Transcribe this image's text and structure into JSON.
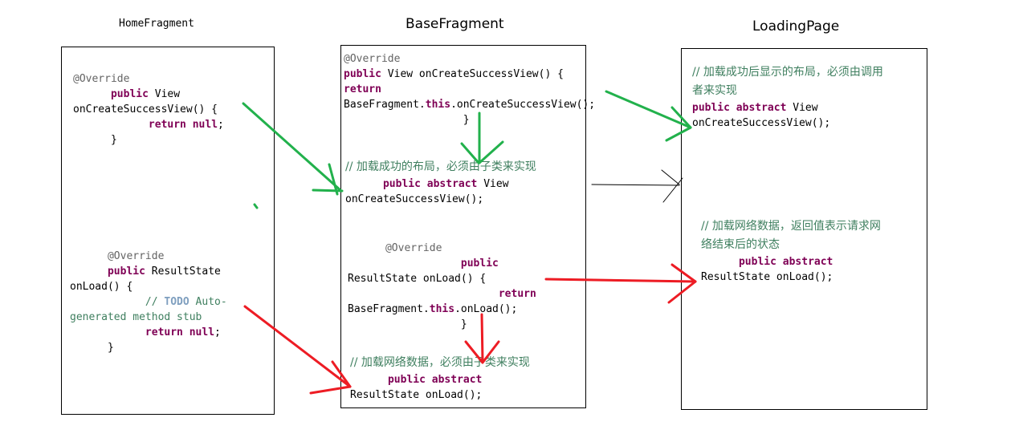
{
  "titles": {
    "home": "HomeFragment",
    "base": "BaseFragment",
    "loading": "LoadingPage"
  },
  "home": {
    "view_block": {
      "annotation": "@Override",
      "kw_public": "public",
      "type": " View",
      "signature": "onCreateSuccessView() {",
      "kw_return": "return",
      "kw_null": "null",
      "semicolon": ";",
      "close": "}"
    },
    "load_block": {
      "annotation": "@Override",
      "kw_public": "public",
      "type": " ResultState",
      "signature": "onLoad() {",
      "comment_prefix": "// ",
      "todo": "TODO",
      "comment_rest1": " Auto-",
      "comment_rest2": "generated method stub",
      "kw_return": "return",
      "kw_null": "null",
      "semicolon": ";",
      "close": "}"
    }
  },
  "base": {
    "view_override": {
      "annotation": "@Override",
      "kw_public": "public",
      "signature": " View onCreateSuccessView() {",
      "kw_return": "return",
      "call_prefix": "BaseFragment.",
      "kw_this": "this",
      "call_suffix": ".onCreateSuccessView();",
      "close": "}"
    },
    "view_abstract": {
      "comment": "// 加载成功的布局，必须由子类来实现",
      "kw_public": "public",
      "kw_abstract": "abstract",
      "type": " View",
      "signature": "onCreateSuccessView();"
    },
    "load_override": {
      "annotation": "@Override",
      "kw_public": "public",
      "signature": "ResultState onLoad() {",
      "kw_return": "return",
      "call_prefix": "BaseFragment.",
      "kw_this": "this",
      "call_suffix": ".onLoad();",
      "close": "}"
    },
    "load_abstract": {
      "comment": "// 加载网络数据，必须由子类来实现",
      "kw_public": "public",
      "kw_abstract": "abstract",
      "signature": "ResultState onLoad();"
    }
  },
  "loading": {
    "view_abstract": {
      "comment_line1": "// 加载成功后显示的布局，必须由调用",
      "comment_line2": "者来实现",
      "kw_public": "public",
      "kw_abstract": "abstract",
      "type": " View",
      "signature": "onCreateSuccessView();"
    },
    "load_abstract": {
      "comment_line1": "// 加载网络数据，返回值表示请求网",
      "comment_line2": "络结束后的状态",
      "kw_public": "public",
      "kw_abstract": "abstract",
      "signature": "ResultState onLoad();"
    }
  },
  "colors": {
    "green_arrow": "#22b14c",
    "red_arrow": "#ed1c24",
    "black_arrow": "#000000",
    "keyword": "#7f0055",
    "annotation": "#646464",
    "comment": "#3f7f5f",
    "todo": "#7f9fbf"
  },
  "arrows": [
    {
      "name": "home-view-to-base-abstract-arrow",
      "color": "green",
      "from": "home.onCreateSuccessView",
      "to": "base.abstract onCreateSuccessView"
    },
    {
      "name": "base-override-to-abstract-view-arrow",
      "color": "green",
      "from": "base.override onCreateSuccessView",
      "to": "base.abstract onCreateSuccessView"
    },
    {
      "name": "base-view-to-loading-view-arrow",
      "color": "green",
      "from": "base.override onCreateSuccessView",
      "to": "loading.onCreateSuccessView"
    },
    {
      "name": "base-to-loading-black-arrow",
      "color": "black",
      "from": "base",
      "to": "loading"
    },
    {
      "name": "home-load-to-base-abstract-arrow",
      "color": "red",
      "from": "home.onLoad",
      "to": "base.abstract onLoad"
    },
    {
      "name": "base-override-to-abstract-load-arrow",
      "color": "red",
      "from": "base.override onLoad",
      "to": "base.abstract onLoad"
    },
    {
      "name": "base-load-to-loading-load-arrow",
      "color": "red",
      "from": "base.override onLoad",
      "to": "loading.onLoad"
    }
  ]
}
